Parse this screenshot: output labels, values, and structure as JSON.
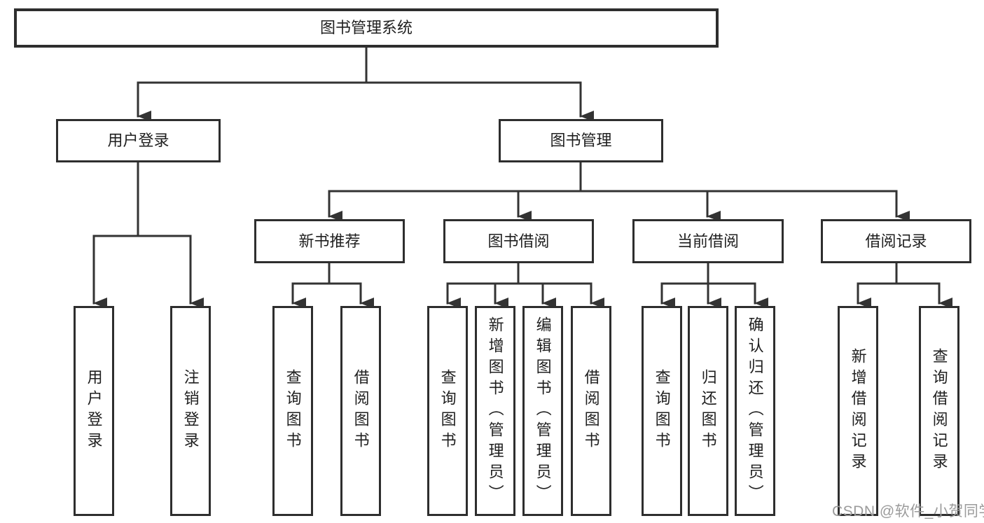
{
  "diagram_title": "图书管理系统",
  "tree": {
    "label": "图书管理系统",
    "children": [
      {
        "label": "用户登录",
        "children": [
          {
            "label": "用户登录"
          },
          {
            "label": "注销登录"
          }
        ]
      },
      {
        "label": "图书管理",
        "children": [
          {
            "label": "新书推荐",
            "children": [
              {
                "label": "查询图书"
              },
              {
                "label": "借阅图书"
              }
            ]
          },
          {
            "label": "图书借阅",
            "children": [
              {
                "label": "查询图书"
              },
              {
                "label": "新增图书（管理员）"
              },
              {
                "label": "编辑图书（管理员）"
              },
              {
                "label": "借阅图书"
              }
            ]
          },
          {
            "label": "当前借阅",
            "children": [
              {
                "label": "查询图书"
              },
              {
                "label": "归还图书"
              },
              {
                "label": "确认归还（管理员）"
              }
            ]
          },
          {
            "label": "借阅记录",
            "children": [
              {
                "label": "新增借阅记录"
              },
              {
                "label": "查询借阅记录"
              }
            ]
          }
        ]
      }
    ]
  },
  "watermark": "CSDN @软件_小贺同学",
  "colors": {
    "line": "#333333",
    "box_border": "#2e2e2e",
    "text": "#1f1f1f",
    "watermark": "#9b9b9b",
    "background": "#ffffff"
  }
}
